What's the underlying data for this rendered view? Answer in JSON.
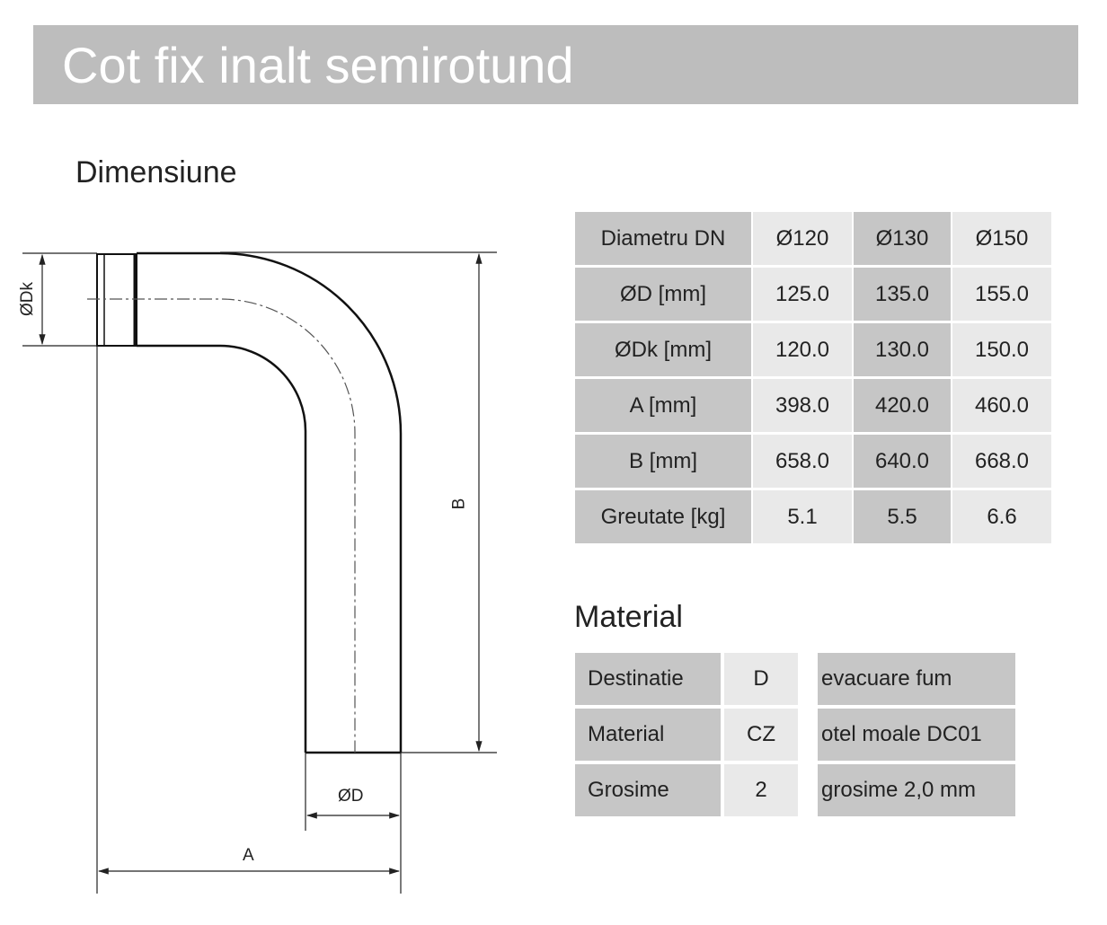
{
  "title": "Cot fix inalt semirotund",
  "dimension_heading": "Dimensiune",
  "material_heading": "Material",
  "drawing": {
    "label_dk": "ØDk",
    "label_d": "ØD",
    "label_a": "A",
    "label_b": "B"
  },
  "dimensions_table": {
    "headers": [
      "Diametru DN",
      "Ø120",
      "Ø130",
      "Ø150"
    ],
    "rows": [
      [
        "ØD [mm]",
        "125.0",
        "135.0",
        "155.0"
      ],
      [
        "ØDk [mm]",
        "120.0",
        "130.0",
        "150.0"
      ],
      [
        "A [mm]",
        "398.0",
        "420.0",
        "460.0"
      ],
      [
        "B [mm]",
        "658.0",
        "640.0",
        "668.0"
      ],
      [
        "Greutate [kg]",
        "5.1",
        "5.5",
        "6.6"
      ]
    ]
  },
  "material_table": {
    "rows": [
      [
        "Destinatie",
        "D",
        "evacuare fum"
      ],
      [
        "Material",
        "CZ",
        "otel moale  DC01"
      ],
      [
        "Grosime",
        "2",
        "grosime 2,0 mm"
      ]
    ]
  }
}
